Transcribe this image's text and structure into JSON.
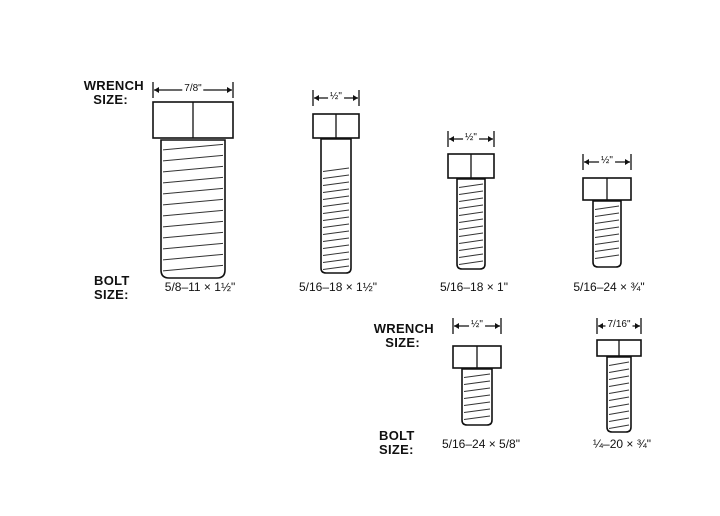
{
  "labels": {
    "wrench_size_line1": "WRENCH",
    "wrench_size_line2": "SIZE:",
    "bolt_size_line1": "BOLT",
    "bolt_size_line2": "SIZE:"
  },
  "bolts": [
    {
      "wrench_size": "7/8\"",
      "bolt_size": "5/8–11 × 1½\""
    },
    {
      "wrench_size": "½\"",
      "bolt_size": "5/16–18 × 1½\""
    },
    {
      "wrench_size": "½\"",
      "bolt_size": "5/16–18 × 1\""
    },
    {
      "wrench_size": "½\"",
      "bolt_size": "5/16–24 × ¾\""
    },
    {
      "wrench_size": "½\"",
      "bolt_size": "5/16–24 × 5/8\""
    },
    {
      "wrench_size": "7/16\"",
      "bolt_size": "¼–20 × ¾\""
    }
  ],
  "colors": {
    "ink": "#111111",
    "paper": "#ffffff"
  }
}
